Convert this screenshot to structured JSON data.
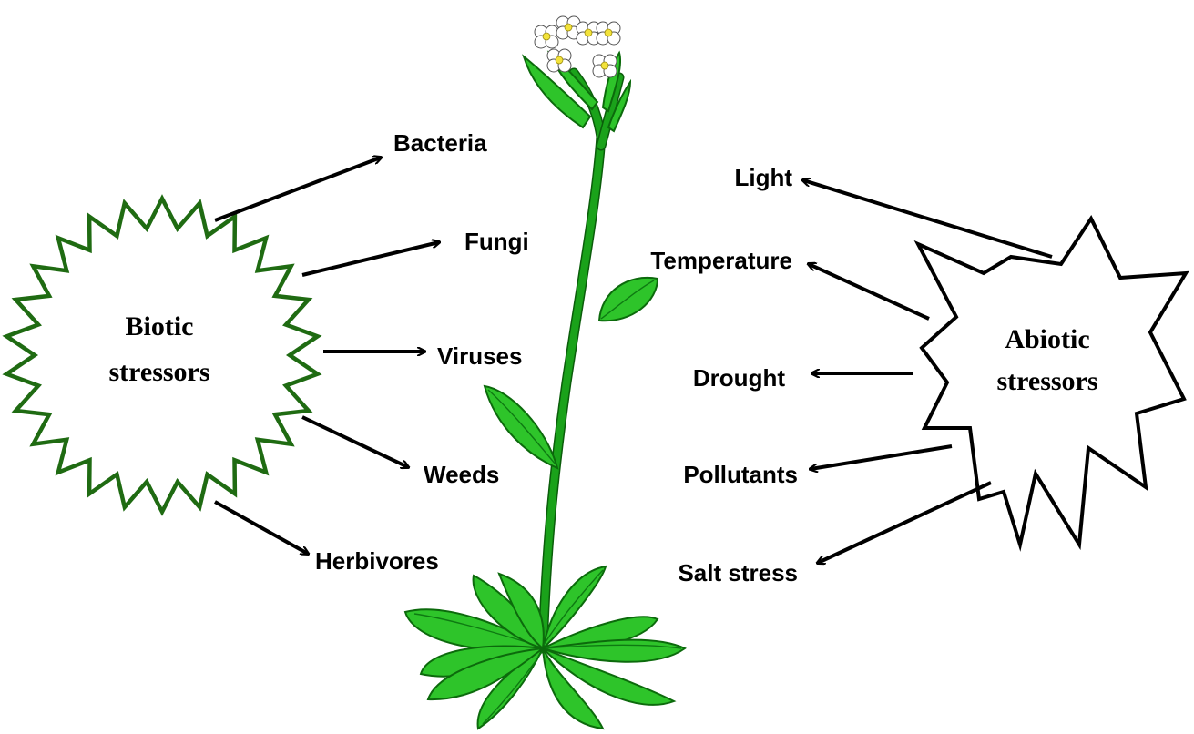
{
  "biotic": {
    "line1": "Biotic",
    "line2": "stressors",
    "color": "#1f6b12",
    "items": [
      {
        "label": "Bacteria"
      },
      {
        "label": "Fungi"
      },
      {
        "label": "Viruses"
      },
      {
        "label": "Weeds"
      },
      {
        "label": "Herbivores"
      }
    ]
  },
  "abiotic": {
    "line1": "Abiotic",
    "line2": "stressors",
    "color": "#000000",
    "items": [
      {
        "label": "Light"
      },
      {
        "label": "Temperature"
      },
      {
        "label": "Drought"
      },
      {
        "label": "Pollutants"
      },
      {
        "label": "Salt stress"
      }
    ]
  },
  "plant": {
    "icon": "arabidopsis-plant-icon",
    "color": "#2ec42a"
  }
}
